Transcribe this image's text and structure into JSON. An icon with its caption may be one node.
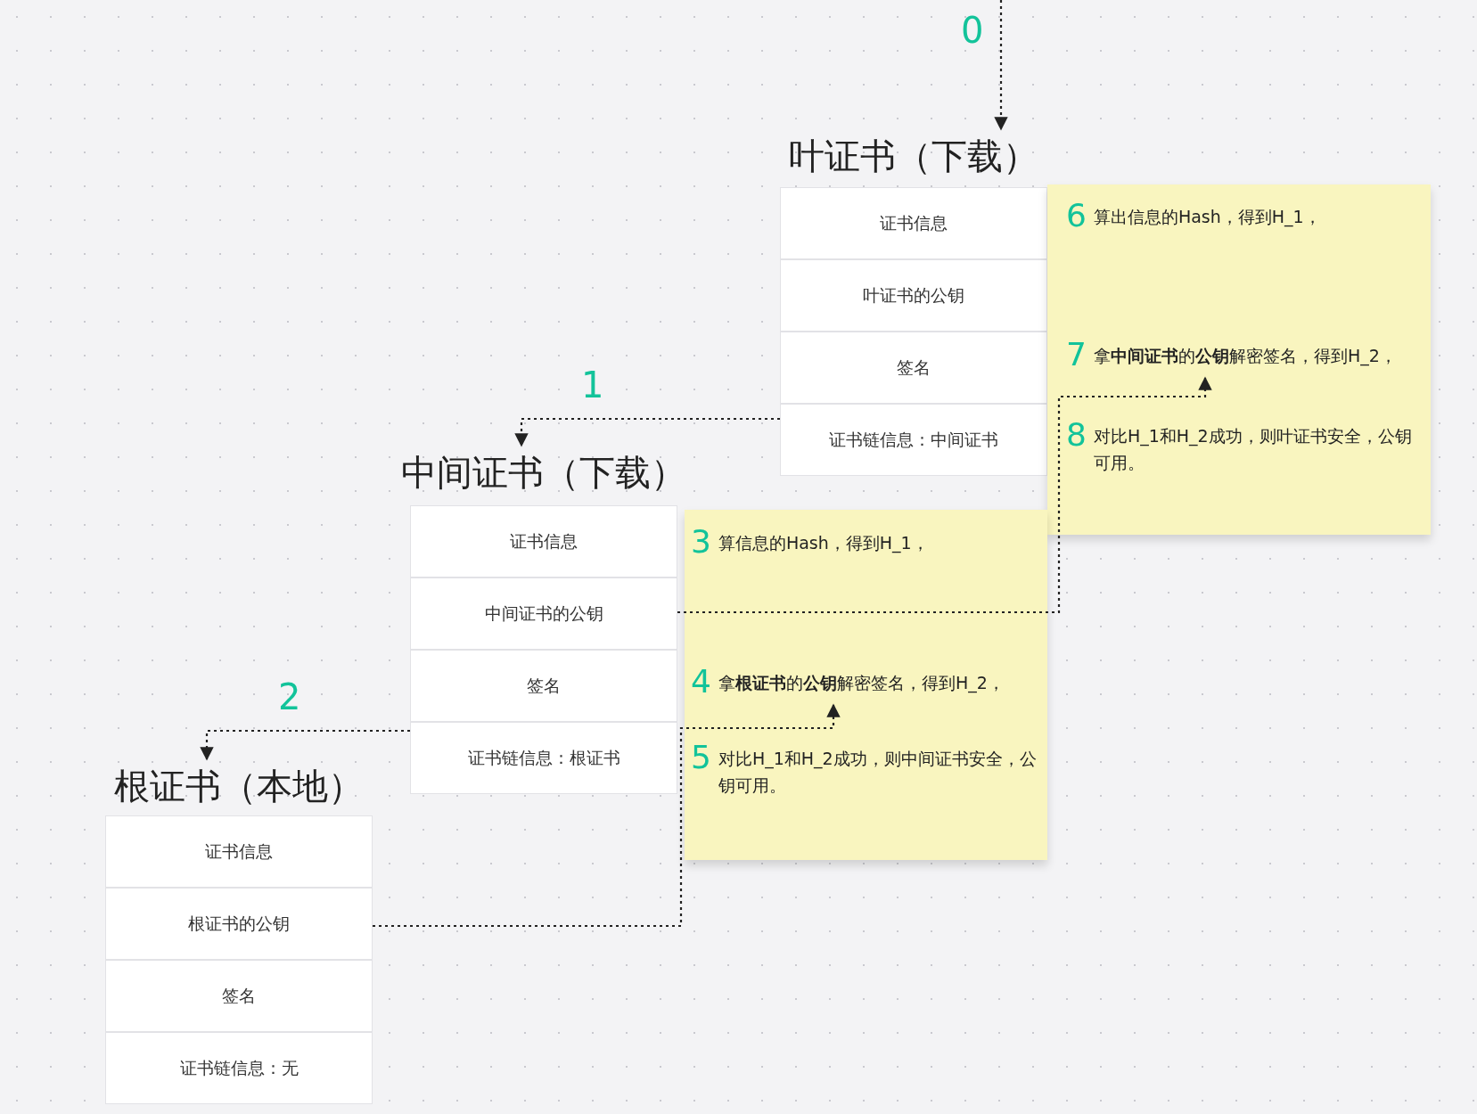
{
  "diagram": {
    "nodes": [
      {
        "text": [
          "叶证书（下载）"
        ]
      },
      {
        "text": [
          "证书信息"
        ],
        "in": 0
      },
      {
        "text": [
          "叶证书的公钥"
        ],
        "in": 0
      },
      {
        "text": [
          "签名"
        ],
        "in": 0
      },
      {
        "text": [
          "证书链信息：中间证书"
        ],
        "in": 0
      },
      {
        "text": [],
        "shape": "box"
      },
      {
        "text": [
          "6",
          "算出信息的Hash，得到H_1，"
        ],
        "in": 5
      },
      {
        "text": [
          "7",
          "拿**中间证书**的**公钥**解密签名，得到H_2，"
        ],
        "in": 5
      },
      {
        "text": [
          "8",
          "对比H_1和H_2成功，则叶证书安全，公钥可用。"
        ],
        "in": 5
      },
      {
        "text": [
          "中间证书（下载）"
        ]
      },
      {
        "text": [
          "证书信息"
        ],
        "in": 9
      },
      {
        "text": [
          "中间证书的公钥"
        ],
        "in": 9
      },
      {
        "text": [
          "签名"
        ],
        "in": 9
      },
      {
        "text": [
          "证书链信息：根证书"
        ],
        "in": 9
      },
      {
        "text": [],
        "shape": "box"
      },
      {
        "text": [
          "3",
          "算信息的Hash，得到H_1，"
        ],
        "in": 14
      },
      {
        "text": [
          "4",
          "拿**根证书**的**公钥**解密签名，得到H_2，"
        ],
        "in": 14
      },
      {
        "text": [
          "5",
          "对比H_1和H_2成功，则中间证书安全，公钥可用。"
        ],
        "in": 14
      },
      {
        "text": [
          "根证书（本地）"
        ]
      },
      {
        "text": [
          "证书信息"
        ],
        "in": 18
      },
      {
        "text": [
          "根证书的公钥"
        ],
        "in": 18
      },
      {
        "text": [
          "签名"
        ],
        "in": 18
      },
      {
        "text": [
          "证书链信息：无"
        ],
        "in": 18
      }
    ],
    "edges": [
      {
        "from": null,
        "to": 0,
        "arrow": "to",
        "label": "0"
      },
      {
        "from": 4,
        "to": 9,
        "arrow": "to",
        "label": "1"
      },
      {
        "from": 11,
        "to": 7,
        "arrow": "to"
      },
      {
        "from": 13,
        "to": 18,
        "arrow": "to",
        "label": "2"
      },
      {
        "from": 20,
        "to": 16,
        "arrow": "to"
      }
    ]
  }
}
